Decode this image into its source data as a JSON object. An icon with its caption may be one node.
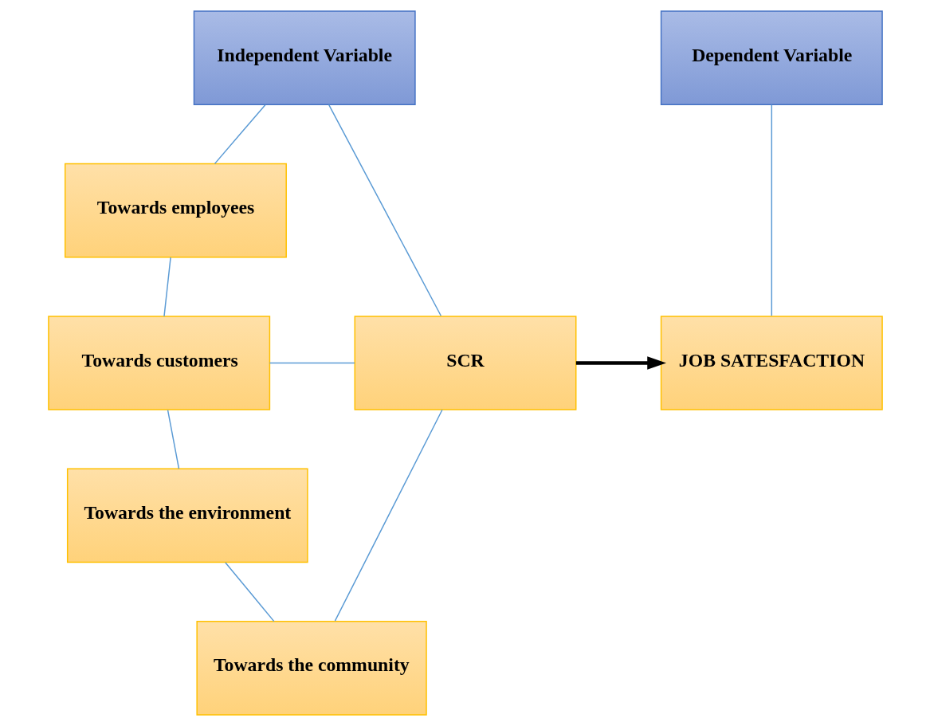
{
  "diagram": {
    "nodes": [
      {
        "text": [
          "Independent Variable"
        ]
      },
      {
        "text": [
          "Dependent Variable"
        ]
      },
      {
        "text": [
          "Towards employees"
        ]
      },
      {
        "text": [
          "Towards customers"
        ]
      },
      {
        "text": [
          "SCR"
        ]
      },
      {
        "text": [
          "JOB SATESFACTION"
        ]
      },
      {
        "text": [
          "Towards the environment"
        ]
      },
      {
        "text": [
          "Towards the community"
        ]
      }
    ],
    "edges": [
      {
        "from": 0,
        "to": 2,
        "arrow": "none"
      },
      {
        "from": 0,
        "to": 4,
        "arrow": "none"
      },
      {
        "from": 1,
        "to": 5,
        "arrow": "none"
      },
      {
        "from": 2,
        "to": 3,
        "arrow": "none"
      },
      {
        "from": 3,
        "to": 4,
        "arrow": "none"
      },
      {
        "from": 3,
        "to": 6,
        "arrow": "none"
      },
      {
        "from": 6,
        "to": 7,
        "arrow": "none"
      },
      {
        "from": 7,
        "to": 4,
        "arrow": "none"
      },
      {
        "from": 4,
        "to": 5,
        "arrow": "to",
        "style": "thick",
        "color": "#000000"
      }
    ]
  }
}
